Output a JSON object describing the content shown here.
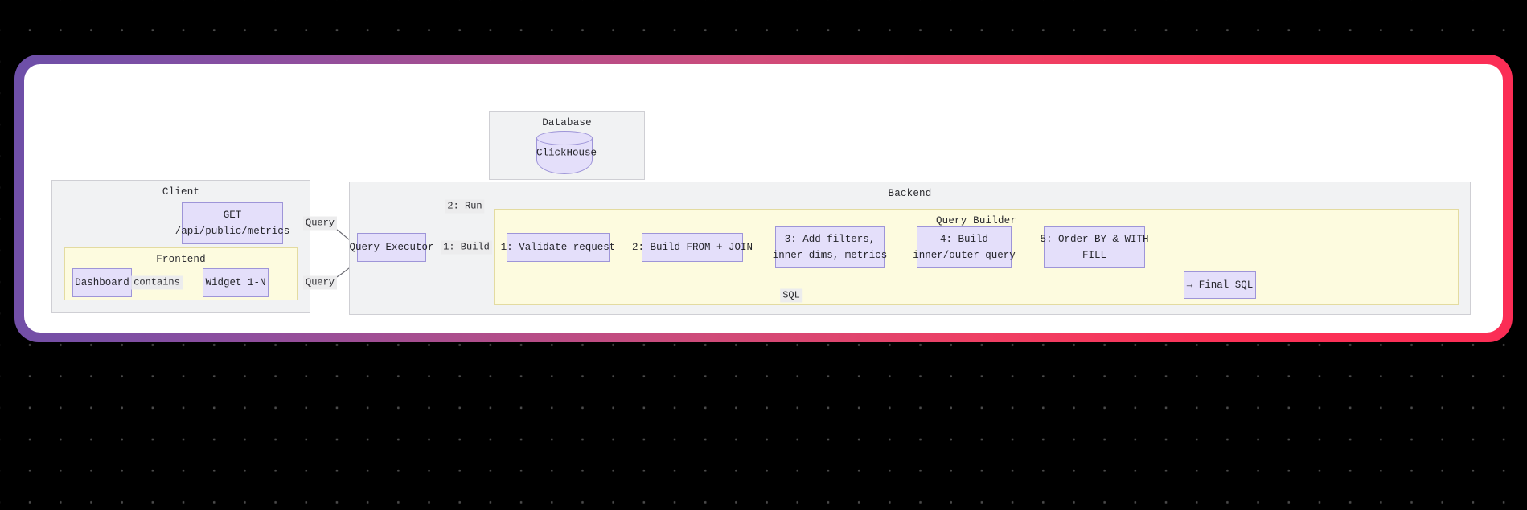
{
  "canvas": {
    "background_color": "#000000",
    "dot_color": "#4a4a4a",
    "frame_gradient_start": "#6d4fa8",
    "frame_gradient_end": "#fb2d55",
    "card_color": "#ffffff"
  },
  "theme": {
    "node_fill": "#e4dffa",
    "node_border": "#9e95d8",
    "subgraph_gray_fill": "#f1f2f3",
    "subgraph_gray_border": "#cfcfd4",
    "subgraph_yellow_fill": "#fdfbdf",
    "subgraph_yellow_border": "#e3dba0",
    "edge_color": "#6b6b73",
    "text_color": "#25252b"
  },
  "subgraphs": {
    "client": {
      "title": "Client"
    },
    "frontend": {
      "title": "Frontend"
    },
    "database": {
      "title": "Database"
    },
    "backend": {
      "title": "Backend"
    },
    "query_builder": {
      "title": "Query Builder"
    }
  },
  "nodes": {
    "api_endpoint": {
      "line1": "GET",
      "line2": "/api/public/metrics"
    },
    "dashboard": {
      "label": "Dashboard"
    },
    "widget": {
      "label": "Widget 1-N"
    },
    "clickhouse": {
      "label": "ClickHouse"
    },
    "query_executor": {
      "label": "Query Executor"
    },
    "step1": {
      "line1": "1: Validate request",
      "line2": ""
    },
    "step2": {
      "line1": "2: Build FROM + JOIN",
      "line2": ""
    },
    "step3": {
      "line1": "3: Add filters,",
      "line2": "inner dims, metrics"
    },
    "step4": {
      "line1": "4: Build",
      "line2": "inner/outer query"
    },
    "step5": {
      "line1": "5: Order BY & WITH",
      "line2": "FILL"
    },
    "final_sql": {
      "label": "→ Final SQL"
    }
  },
  "edge_labels": {
    "contains": "contains",
    "query_top": "Query",
    "query_bottom": "Query",
    "build": "1: Build",
    "run": "2: Run",
    "sql": "SQL"
  }
}
